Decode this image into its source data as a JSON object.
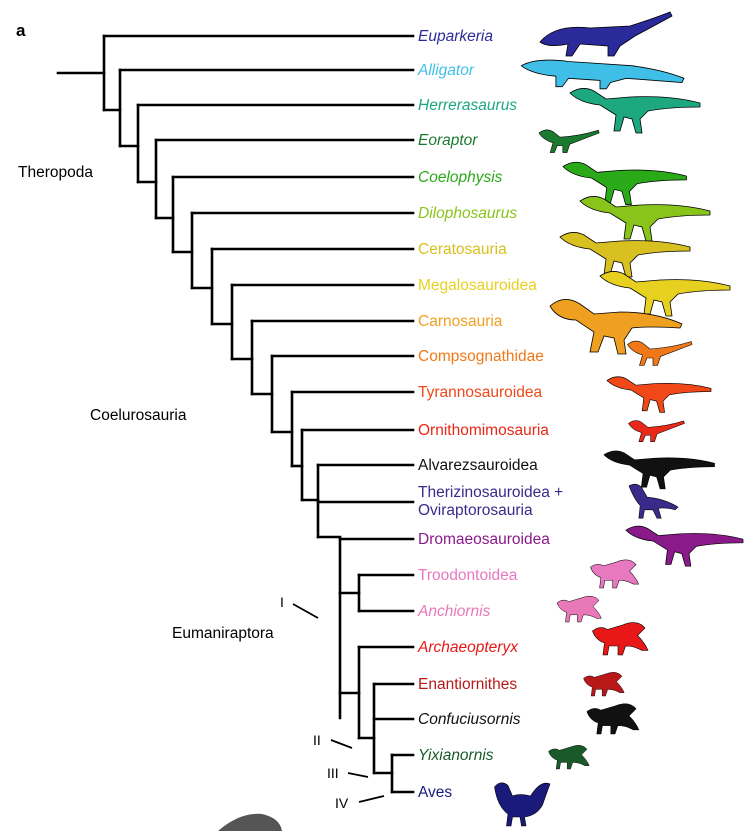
{
  "panel_label": "a",
  "clades": {
    "theropoda": "Theropoda",
    "coelurosauria": "Coelurosauria",
    "eumaniraptora": "Eumaniraptora"
  },
  "nodes": {
    "I": "I",
    "II": "II",
    "III": "III",
    "IV": "IV"
  },
  "taxa": [
    {
      "name": "Euparkeria",
      "italic": true,
      "color": "#2a2a9a",
      "silhouette": "euparkeria-silhouette"
    },
    {
      "name": "Alligator",
      "italic": true,
      "color": "#3fbfe8",
      "silhouette": "alligator-silhouette"
    },
    {
      "name": "Herrerasaurus",
      "italic": true,
      "color": "#1ea880",
      "silhouette": "herrerasaurus-silhouette"
    },
    {
      "name": "Eoraptor",
      "italic": true,
      "color": "#1a7a30",
      "silhouette": "eoraptor-silhouette"
    },
    {
      "name": "Coelophysis",
      "italic": true,
      "color": "#2aaa18",
      "silhouette": "coelophysis-silhouette"
    },
    {
      "name": "Dilophosaurus",
      "italic": true,
      "color": "#88c41a",
      "silhouette": "dilophosaurus-silhouette"
    },
    {
      "name": "Ceratosauria",
      "italic": false,
      "color": "#d8c020",
      "silhouette": "ceratosauria-silhouette"
    },
    {
      "name": "Megalosauroidea",
      "italic": false,
      "color": "#e8d020",
      "silhouette": "megalosauroidea-silhouette"
    },
    {
      "name": "Carnosauria",
      "italic": false,
      "color": "#f0a020",
      "silhouette": "carnosauria-silhouette"
    },
    {
      "name": "Compsognathidae",
      "italic": false,
      "color": "#f07818",
      "silhouette": "compsognathidae-silhouette"
    },
    {
      "name": "Tyrannosauroidea",
      "italic": false,
      "color": "#f04818",
      "silhouette": "tyrannosauroidea-silhouette"
    },
    {
      "name": "Ornithomimosauria",
      "italic": false,
      "color": "#e82818",
      "silhouette": "ornithomimosauria-silhouette"
    },
    {
      "name": "Alvarezsauroidea",
      "italic": false,
      "color": "#111111",
      "silhouette": "alvarezsauroidea-silhouette"
    },
    {
      "name": "Therizinosauroidea +",
      "name2": "Oviraptorosauria",
      "italic": false,
      "color": "#3a2a8a",
      "silhouette": "therizinosauroidea-silhouette"
    },
    {
      "name": "Dromaeosauroidea",
      "italic": false,
      "color": "#8a1a8a",
      "silhouette": "dromaeosauroidea-silhouette"
    },
    {
      "name": "Troodontoidea",
      "italic": false,
      "color": "#e878c0",
      "silhouette": "troodontoidea-silhouette"
    },
    {
      "name": "Anchiornis",
      "italic": true,
      "color": "#e878b8",
      "silhouette": "anchiornis-silhouette"
    },
    {
      "name": "Archaeopteryx",
      "italic": true,
      "color": "#e81818",
      "silhouette": "archaeopteryx-silhouette"
    },
    {
      "name": "Enantiornithes",
      "italic": false,
      "color": "#b81818",
      "silhouette": "enantiornithes-silhouette"
    },
    {
      "name": "Confuciusornis",
      "italic": true,
      "color": "#111111",
      "silhouette": "confuciusornis-silhouette"
    },
    {
      "name": "Yixianornis",
      "italic": true,
      "color": "#1a5a2a",
      "silhouette": "yixianornis-silhouette"
    },
    {
      "name": "Aves",
      "italic": false,
      "color": "#1a1a7a",
      "silhouette": "aves-silhouette"
    }
  ]
}
